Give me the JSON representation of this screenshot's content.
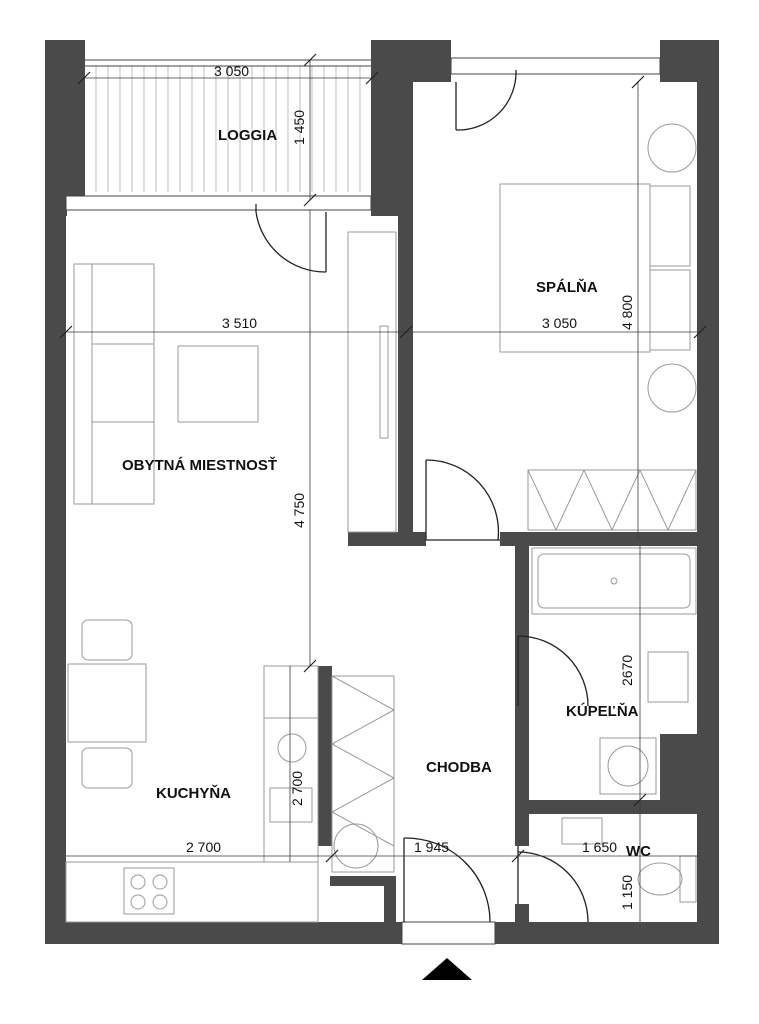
{
  "rooms": {
    "loggia": "LOGGIA",
    "bedroom": "SPÁLŇA",
    "living": "OBYTNÁ MIESTNOSŤ",
    "kitchen": "KUCHYŇA",
    "hallway": "CHODBA",
    "bathroom": "KÚPEĽŇA",
    "wc": "WC"
  },
  "dimensions": {
    "loggia_width": "3 050",
    "loggia_depth": "1 450",
    "living_width": "3 510",
    "bedroom_width": "3 050",
    "bedroom_depth": "4 800",
    "living_depth": "4 750",
    "kitchen_depth": "2 700",
    "kitchen_width": "2 700",
    "hall_width": "1 945",
    "wc_width": "1 650",
    "bath_depth": "2670",
    "wc_depth": "1 150"
  },
  "entrance": {
    "icon": "entrance-arrow-icon"
  }
}
